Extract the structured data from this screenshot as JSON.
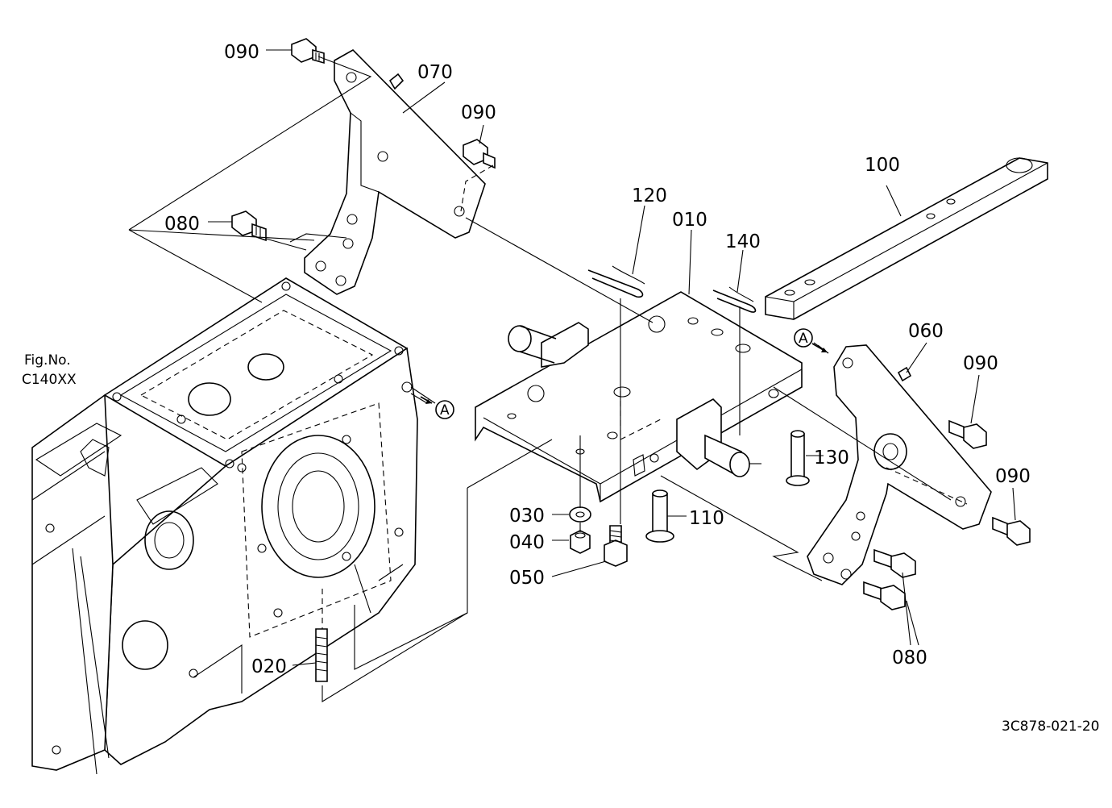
{
  "figure": {
    "ref_label": "Fig.No.",
    "ref_code": "C140XX",
    "drawing_code": "3C878-021-20"
  },
  "callouts": {
    "p090_top": "090",
    "p070": "070",
    "p090_mid": "090",
    "p080_left": "080",
    "p100": "100",
    "p120": "120",
    "p010": "010",
    "p140": "140",
    "p060": "060",
    "p090_right_a": "090",
    "p090_right_b": "090",
    "p130": "130",
    "p110": "110",
    "p030": "030",
    "p040": "040",
    "p050": "050",
    "p020": "020",
    "p080_right": "080",
    "ref_a_left": "A",
    "ref_a_right": "A"
  }
}
